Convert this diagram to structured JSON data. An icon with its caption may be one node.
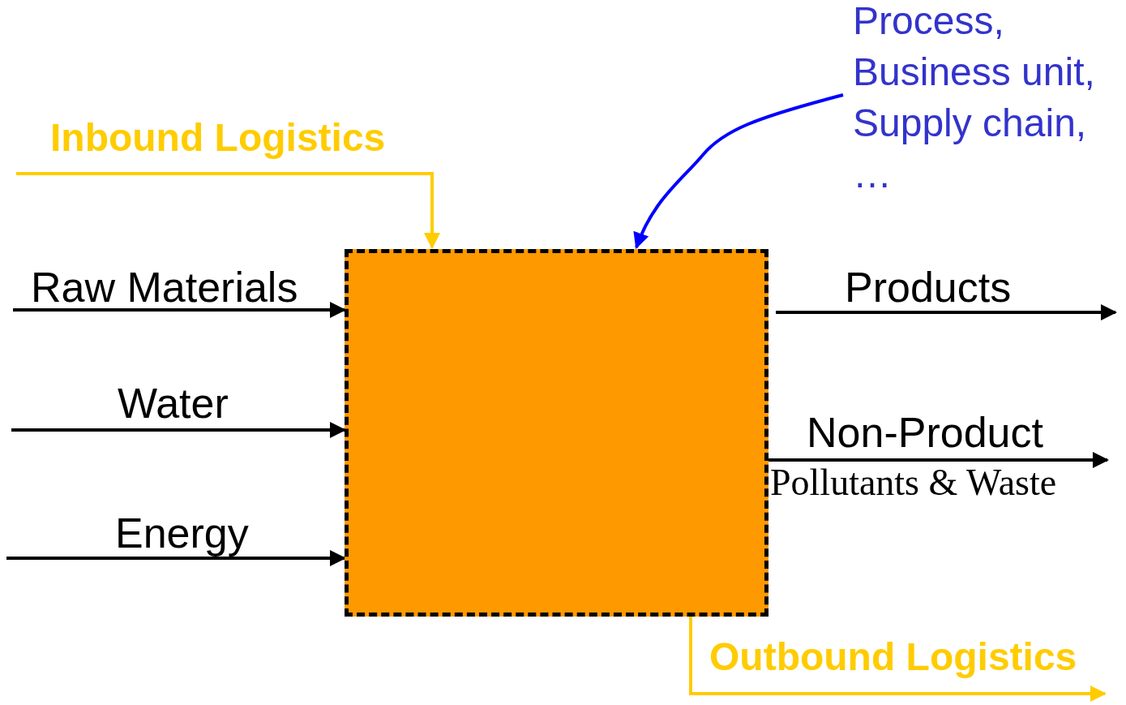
{
  "diagram": {
    "nodes": [
      {
        "text": [],
        "shape": "box"
      },
      {
        "text": [
          "Process, Business unit, Supply chain, …"
        ]
      }
    ],
    "edges": [
      {
        "from": null,
        "to": 0,
        "arrow": "to",
        "label": "Inbound Logistics",
        "color": "#ffcc00"
      },
      {
        "from": null,
        "to": 0,
        "arrow": "to",
        "label": "Raw Materials"
      },
      {
        "from": null,
        "to": 0,
        "arrow": "to",
        "label": "Water"
      },
      {
        "from": null,
        "to": 0,
        "arrow": "to",
        "label": "Energy"
      },
      {
        "from": 0,
        "to": null,
        "arrow": "to",
        "label": "Products"
      },
      {
        "from": 0,
        "to": null,
        "arrow": "to",
        "label": "Non-Product"
      },
      {
        "from": 0,
        "to": null,
        "arrow": "to",
        "label": "Outbound Logistics",
        "color": "#ffcc00"
      },
      {
        "from": 1,
        "to": 0,
        "arrow": "to",
        "color": "#0000ff"
      }
    ],
    "labels": [
      "Pollutants & Waste"
    ]
  }
}
